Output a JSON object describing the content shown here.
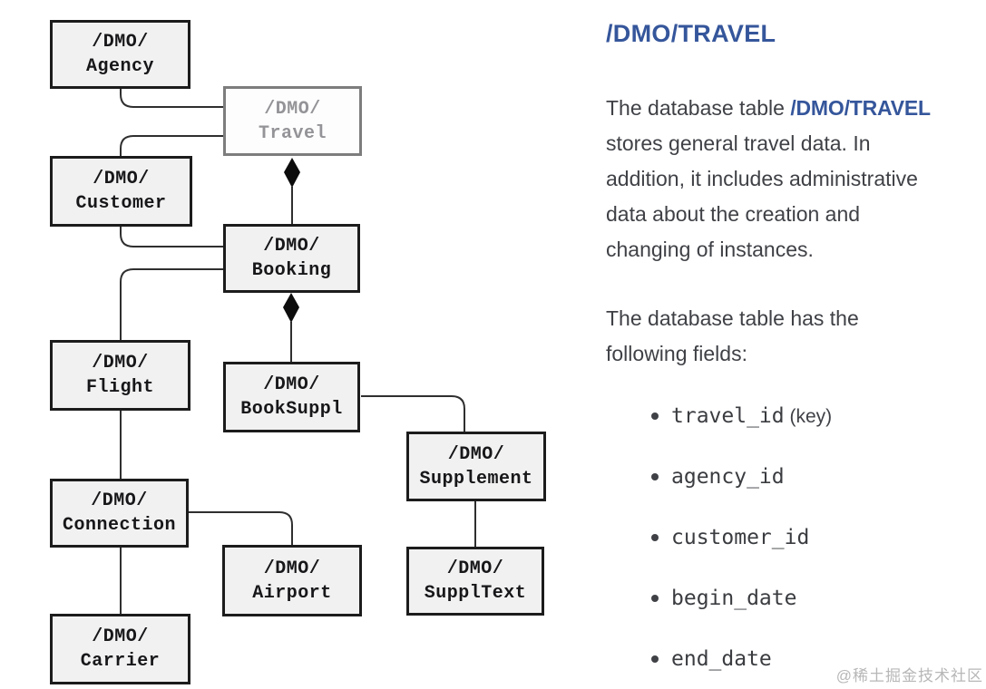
{
  "diagram": {
    "nodes": [
      {
        "id": "agency",
        "line1": "/DMO/",
        "line2": "Agency"
      },
      {
        "id": "travel",
        "line1": "/DMO/",
        "line2": "Travel"
      },
      {
        "id": "customer",
        "line1": "/DMO/",
        "line2": "Customer"
      },
      {
        "id": "booking",
        "line1": "/DMO/",
        "line2": "Booking"
      },
      {
        "id": "flight",
        "line1": "/DMO/",
        "line2": "Flight"
      },
      {
        "id": "booksuppl",
        "line1": "/DMO/",
        "line2": "BookSuppl"
      },
      {
        "id": "supplement",
        "line1": "/DMO/",
        "line2": "Supplement"
      },
      {
        "id": "connection",
        "line1": "/DMO/",
        "line2": "Connection"
      },
      {
        "id": "airport",
        "line1": "/DMO/",
        "line2": "Airport"
      },
      {
        "id": "suppltext",
        "line1": "/DMO/",
        "line2": "SupplText"
      },
      {
        "id": "carrier",
        "line1": "/DMO/",
        "line2": "Carrier"
      }
    ]
  },
  "article": {
    "title": "/DMO/TRAVEL",
    "p1_before": "The database table ",
    "p1_code": "/DMO/TRAVEL",
    "p1_after": "\nstores general travel data. In\naddition, it includes administrative\ndata about the creation and\nchanging of instances.",
    "p2": "The database table has the\nfollowing fields:",
    "fields": [
      {
        "code": "travel_id",
        "suffix": " (key)"
      },
      {
        "code": "agency_id",
        "suffix": ""
      },
      {
        "code": "customer_id",
        "suffix": ""
      },
      {
        "code": "begin_date",
        "suffix": ""
      },
      {
        "code": "end_date",
        "suffix": ""
      }
    ]
  },
  "watermark": "@稀土掘金技术社区",
  "colors": {
    "accent_blue": "#35569b",
    "node_fill": "#f1f1f1",
    "node_border": "#1c1c1c",
    "muted_node_text": "#949498",
    "line": "#2f2f2f",
    "body_text": "#3f4146",
    "watermark": "#b7b7b7"
  }
}
